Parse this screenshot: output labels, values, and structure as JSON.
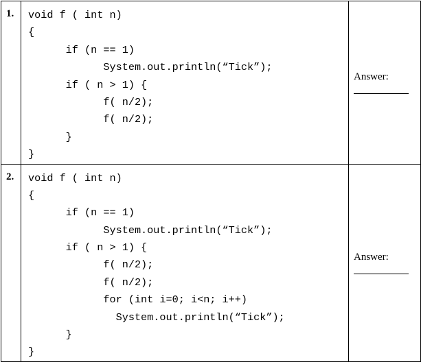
{
  "problems": [
    {
      "number": "1.",
      "code": [
        "void f ( int n)",
        "{",
        "      if (n == 1)",
        "            System.out.println(“Tick”);",
        "      if ( n > 1) {",
        "            f( n/2);",
        "            f( n/2);",
        "      }",
        "}"
      ],
      "answer_label": "Answer:"
    },
    {
      "number": "2.",
      "code": [
        "void f ( int n)",
        "{",
        "      if (n == 1)",
        "            System.out.println(“Tick”);",
        "      if ( n > 1) {",
        "            f( n/2);",
        "            f( n/2);",
        "            for (int i=0; i<n; i++)",
        "              System.out.println(“Tick”);",
        "      }",
        "}"
      ],
      "answer_label": "Answer:"
    }
  ]
}
